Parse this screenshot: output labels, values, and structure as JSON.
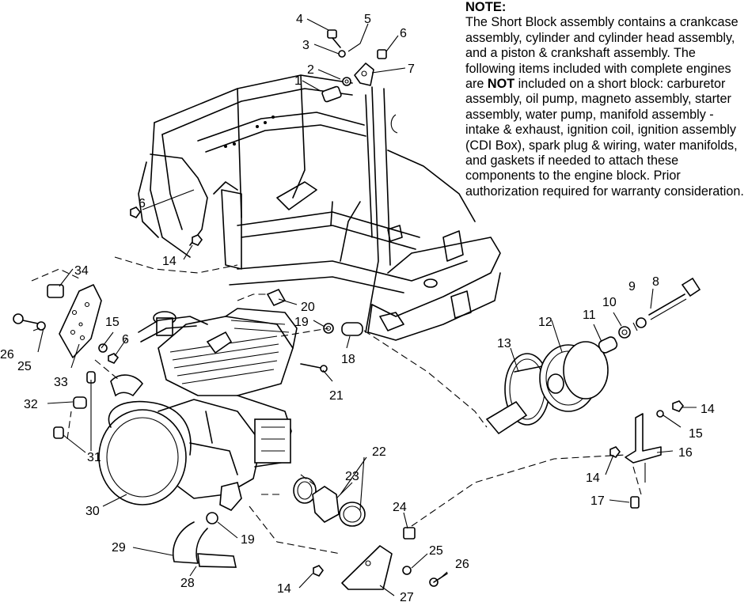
{
  "note": {
    "title": "NOTE:",
    "text_before": "The Short Block assembly contains a crankcase assembly, cylinder and cylinder head assembly, and a piston & crankshaft assembly.  The following items included with complete engines are ",
    "emphasis": "NOT",
    "text_after": " included on a short block:  carburetor assembly, oil pump, magneto assembly, starter assembly, water pump, manifold assembly - intake & exhaust, ignition coil, ignition assembly (CDI Box), spark plug & wiring, water manifolds, and gaskets if needed to attach these components to the engine block.  Prior authorization required for warranty consideration."
  },
  "callouts": [
    {
      "id": "c1",
      "label": "1"
    },
    {
      "id": "c2",
      "label": "2"
    },
    {
      "id": "c3",
      "label": "3"
    },
    {
      "id": "c4",
      "label": "4"
    },
    {
      "id": "c5",
      "label": "5"
    },
    {
      "id": "c6a",
      "label": "6"
    },
    {
      "id": "c7",
      "label": "7"
    },
    {
      "id": "c6b",
      "label": "6"
    },
    {
      "id": "c14a",
      "label": "14"
    },
    {
      "id": "c34",
      "label": "34"
    },
    {
      "id": "c20",
      "label": "20"
    },
    {
      "id": "c8",
      "label": "8"
    },
    {
      "id": "c9",
      "label": "9"
    },
    {
      "id": "c10",
      "label": "10"
    },
    {
      "id": "c11",
      "label": "11"
    },
    {
      "id": "c12",
      "label": "12"
    },
    {
      "id": "c15a",
      "label": "15"
    },
    {
      "id": "c6c",
      "label": "6"
    },
    {
      "id": "c26a",
      "label": "26"
    },
    {
      "id": "c25a",
      "label": "25"
    },
    {
      "id": "c19a",
      "label": "19"
    },
    {
      "id": "c18",
      "label": "18"
    },
    {
      "id": "c13",
      "label": "13"
    },
    {
      "id": "c33",
      "label": "33"
    },
    {
      "id": "c21",
      "label": "21"
    },
    {
      "id": "c32",
      "label": "32"
    },
    {
      "id": "c14b",
      "label": "14"
    },
    {
      "id": "c15b",
      "label": "15"
    },
    {
      "id": "c31",
      "label": "31"
    },
    {
      "id": "c22",
      "label": "22"
    },
    {
      "id": "c16",
      "label": "16"
    },
    {
      "id": "c23",
      "label": "23"
    },
    {
      "id": "c14c",
      "label": "14"
    },
    {
      "id": "c17",
      "label": "17"
    },
    {
      "id": "c30",
      "label": "30"
    },
    {
      "id": "c24",
      "label": "24"
    },
    {
      "id": "c19b",
      "label": "19"
    },
    {
      "id": "c29",
      "label": "29"
    },
    {
      "id": "c25b",
      "label": "25"
    },
    {
      "id": "c26b",
      "label": "26"
    },
    {
      "id": "c28",
      "label": "28"
    },
    {
      "id": "c14d",
      "label": "14"
    },
    {
      "id": "c27",
      "label": "27"
    }
  ]
}
